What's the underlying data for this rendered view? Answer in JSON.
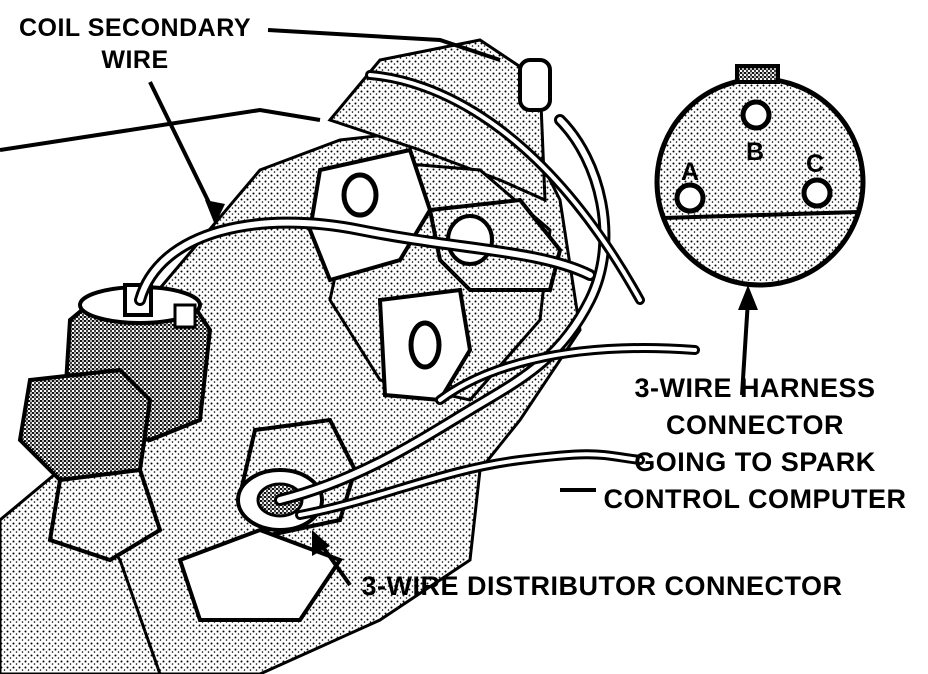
{
  "labels": {
    "coil_secondary_wire": [
      "COIL SECONDARY",
      "WIRE"
    ],
    "harness_connector": [
      "3-WIRE HARNESS",
      "CONNECTOR",
      "GOING TO SPARK",
      "CONTROL COMPUTER"
    ],
    "distributor_connector": "3-WIRE DISTRIBUTOR CONNECTOR"
  },
  "connector_pins": [
    "A",
    "B",
    "C"
  ],
  "colors": {
    "ink": "#000000",
    "paper": "#ffffff"
  }
}
